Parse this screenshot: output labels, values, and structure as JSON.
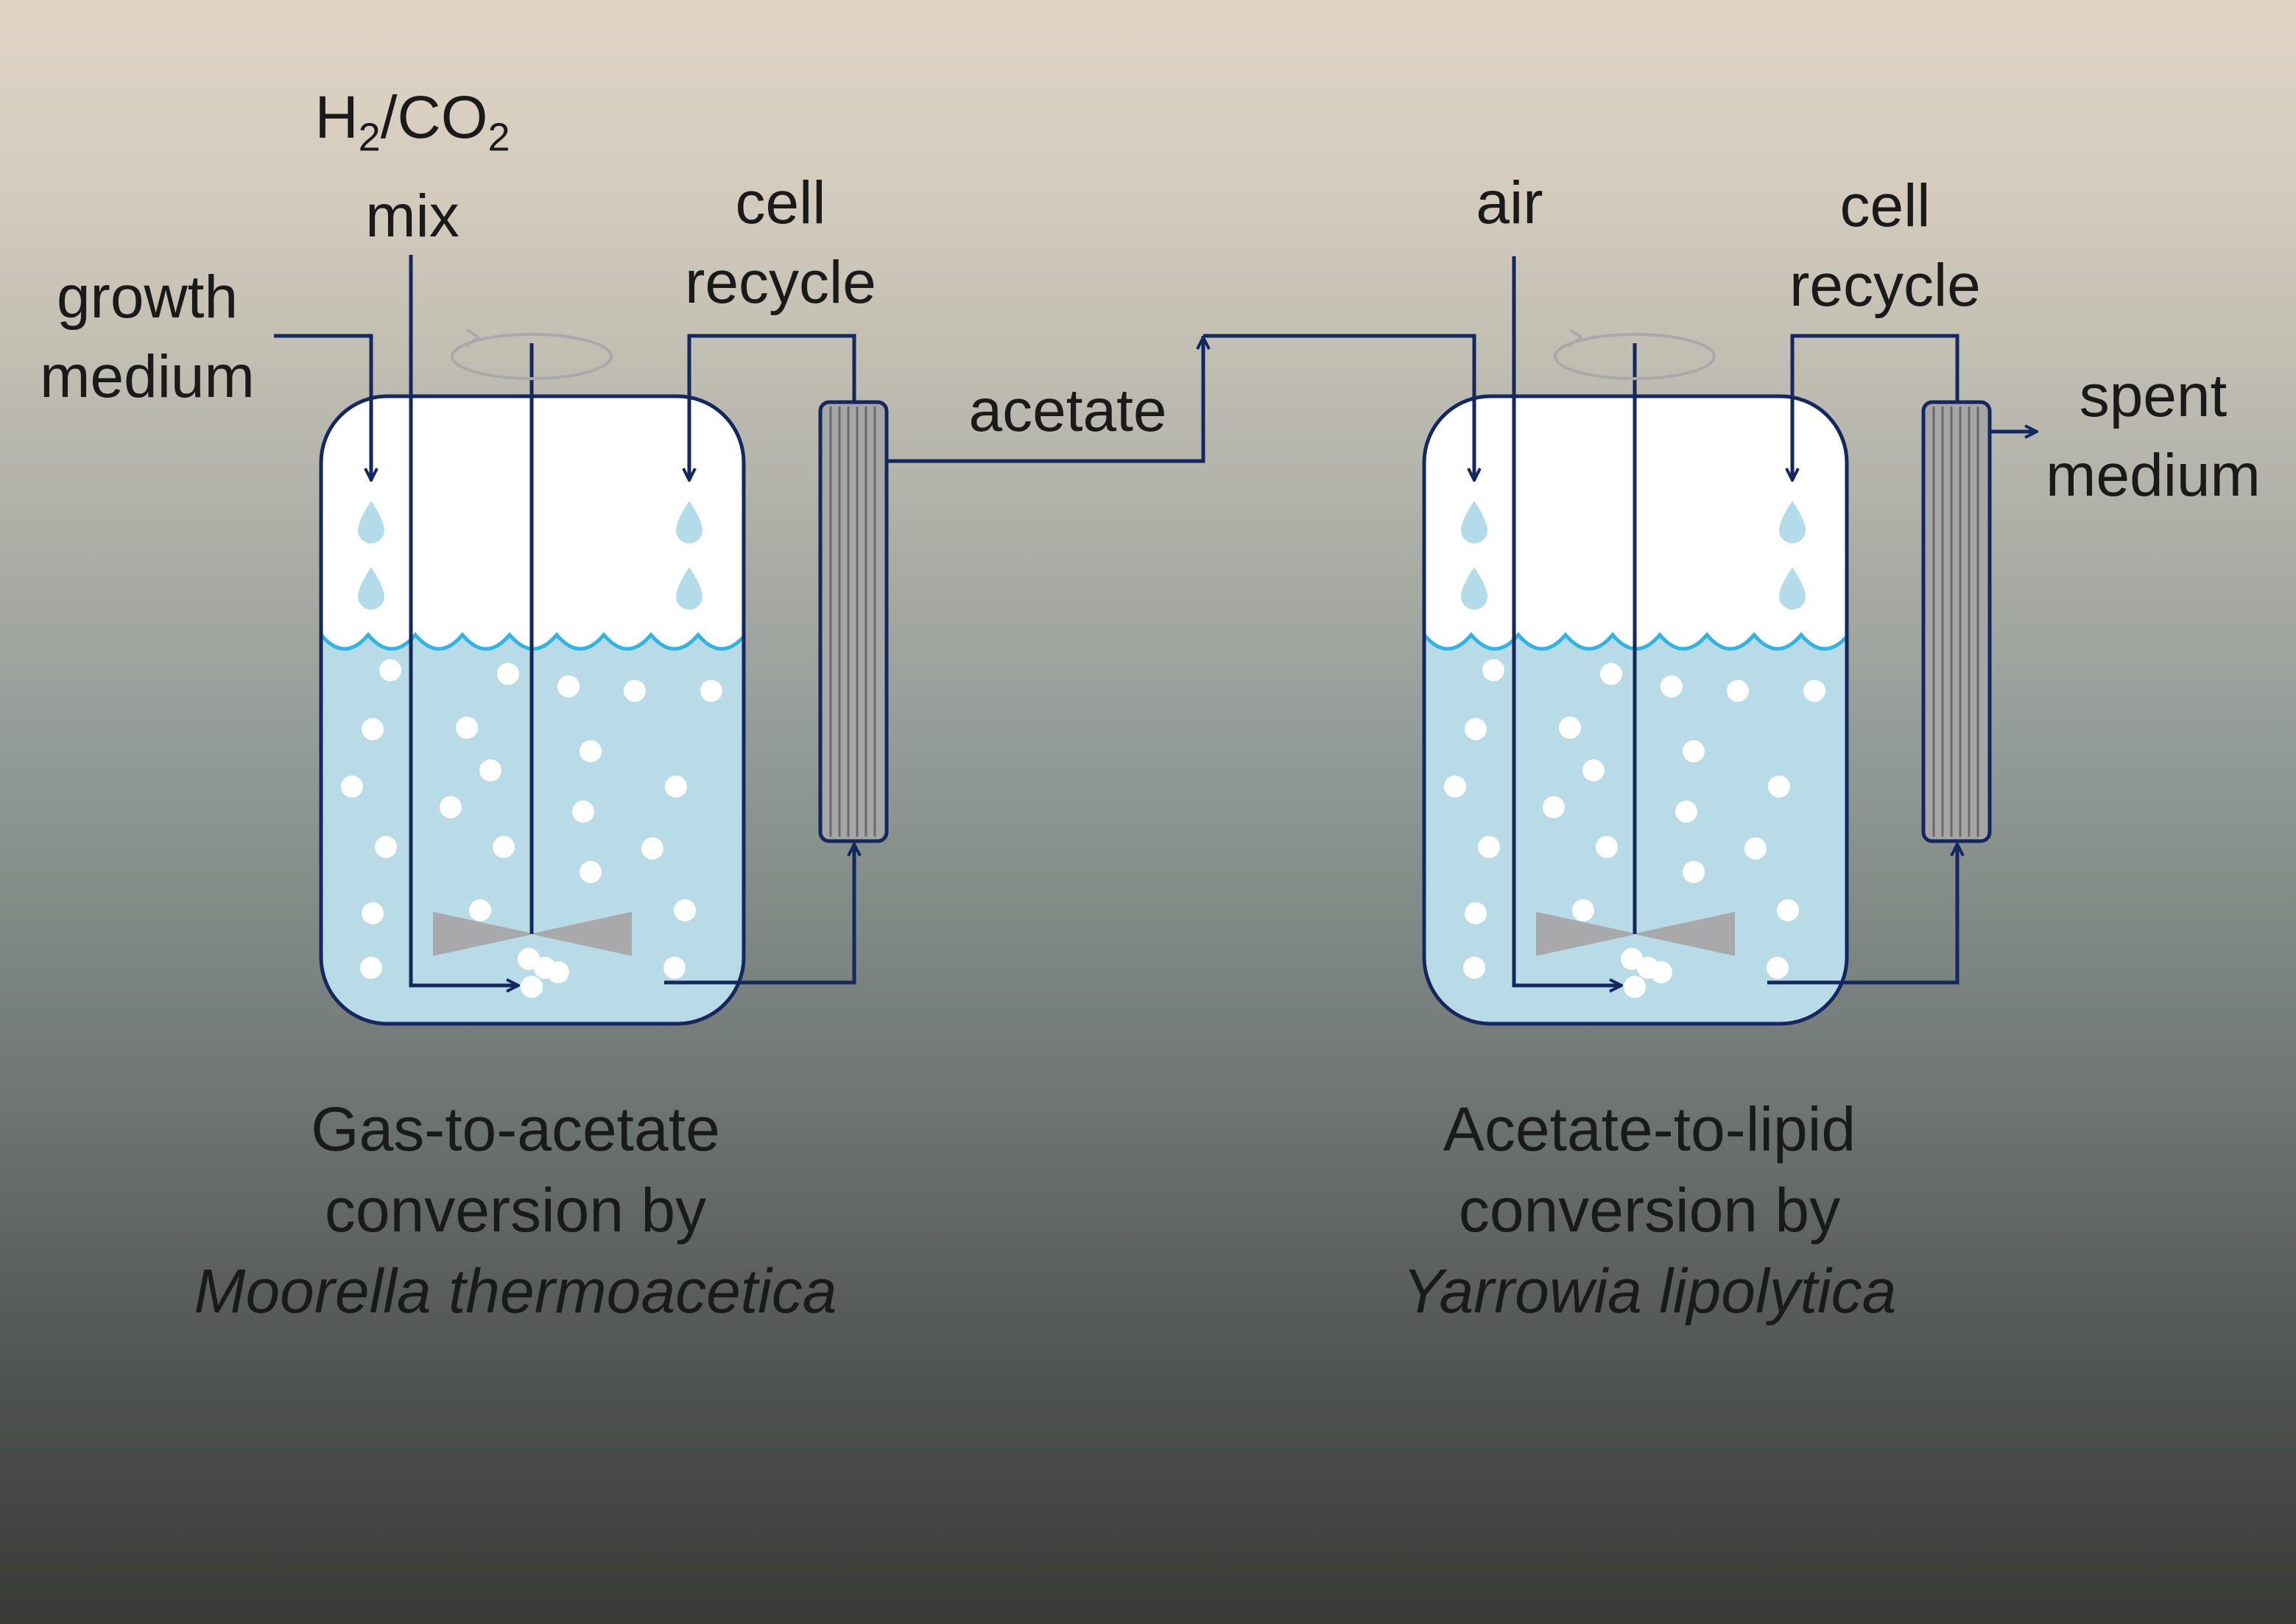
{
  "inputs": {
    "growth_medium": [
      "growth",
      "medium"
    ],
    "gas_mix": {
      "h": "H",
      "h_sub": "2",
      "slash_co": "/CO",
      "co_sub": "2",
      "mix": "mix"
    },
    "air": "air"
  },
  "streams": {
    "cell_recycle_1": [
      "cell",
      "recycle"
    ],
    "cell_recycle_2": [
      "cell",
      "recycle"
    ],
    "acetate": "acetate",
    "spent_medium": [
      "spent",
      "medium"
    ]
  },
  "reactors": [
    {
      "caption": [
        "Gas-to-acetate",
        "conversion by"
      ],
      "organism": "Moorella thermoacetica"
    },
    {
      "caption": [
        "Acetate-to-lipid",
        "conversion by"
      ],
      "organism": "Yarrowia lipolytica"
    }
  ],
  "colors": {
    "line": "#14275e",
    "liquid": "#b9dbe7",
    "droplet": "#b3dbea",
    "wave": "#34b3e3",
    "impeller": "#a9a9ab",
    "filter_fill": "#a6a6a6",
    "filter_stripe": "#6a6a6a"
  }
}
